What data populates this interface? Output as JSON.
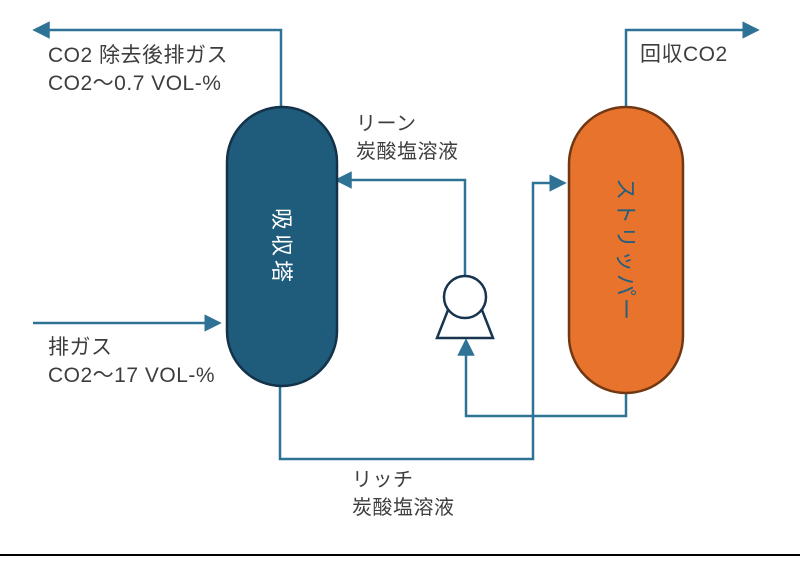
{
  "colors": {
    "absorber_fill": "#1F5B7A",
    "absorber_stroke": "#14324A",
    "absorber_label": "#FFFFFF",
    "stripper_fill": "#E8732D",
    "stripper_stroke": "#713813",
    "stripper_label": "#235F7E",
    "line": "#2E7296",
    "pump_stroke": "#17354E",
    "text": "#3D3D3D",
    "rule": "#000000"
  },
  "streams": {
    "treated_gas": {
      "line1": "CO2 除去後排ガス",
      "line2": "CO2〜0.7 VOL-%"
    },
    "recovered_co2": {
      "label": "回収CO2"
    },
    "feed_gas": {
      "line1": "排ガス",
      "line2": "CO2〜17 VOL-%"
    },
    "lean_solution": {
      "line1": "リーン",
      "line2": "炭酸塩溶液"
    },
    "rich_solution": {
      "line1": "リッチ",
      "line2": "炭酸塩溶液"
    }
  },
  "equipment": {
    "absorber": {
      "label": "吸収塔"
    },
    "stripper": {
      "label": "ストリッパー"
    }
  }
}
